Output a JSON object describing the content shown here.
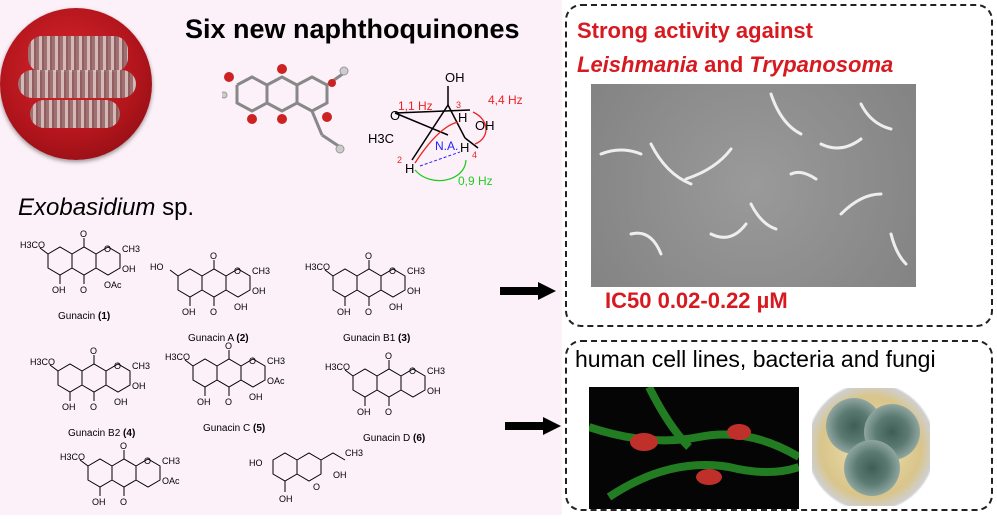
{
  "title": "Six new naphthoquinones",
  "organism": {
    "genus": "Exobasidium",
    "suffix": " sp."
  },
  "coupling": {
    "j1": "1,1 Hz",
    "j2": "4,4 Hz",
    "j3": "0,9 Hz",
    "na": "N.A.",
    "h3c": "H3C",
    "o": "O",
    "oh1": "OH",
    "oh2": "OH",
    "h2": "H",
    "h3": "H",
    "h4": "H",
    "n2": "2",
    "n3": "3",
    "n4": "4"
  },
  "compounds": [
    {
      "name": "Gunacin",
      "num": "(1)",
      "left": "H3CO",
      "top_right": "CH3",
      "sub3": "OH",
      "sub4": "OAc",
      "bottom": "OH"
    },
    {
      "name": "Gunacin A",
      "num": "(2)",
      "left": "HO",
      "top_right": "CH3",
      "sub3": "OH",
      "sub4": "OH",
      "bottom": "OH"
    },
    {
      "name": "Gunacin B1",
      "num": "(3)",
      "left": "H3CO",
      "top_right": "CH3",
      "sub3": "OH",
      "sub4": "OH",
      "bottom": "OH"
    },
    {
      "name": "Gunacin B2",
      "num": "(4)",
      "left": "H3CO",
      "top_right": "CH3",
      "sub3": "OH",
      "sub4": "OH",
      "bottom": "OH"
    },
    {
      "name": "Gunacin C",
      "num": "(5)",
      "left": "H3CO",
      "top_right": "CH3",
      "sub3": "OAc",
      "sub4": "OH",
      "bottom": "OH"
    },
    {
      "name": "Gunacin D",
      "num": "(6)",
      "left": "H3CO",
      "top_right": "CH3",
      "sub3": "OH",
      "sub4": "",
      "bottom": "OH"
    },
    {
      "name": "",
      "num": "",
      "left": "H3CO",
      "top_right": "CH3",
      "sub3": "OAc",
      "sub4": "",
      "bottom": "OH"
    }
  ],
  "isocoumarin": {
    "left": "HO",
    "bottom": "OH",
    "side": "OH",
    "ch3": "CH3",
    "o": "O"
  },
  "activity": {
    "line1": "Strong activity against",
    "org1": "Leishmania",
    "and": " and ",
    "org2": "Trypanosoma",
    "ic50": "IC50 0.02-0.22 µM"
  },
  "cytotox": {
    "text": "human cell lines, bacteria and fungi"
  },
  "colors": {
    "accent_red": "#d71920",
    "panel_bg": "#fcf1f8",
    "green_j": "#22cc22",
    "blue_na": "#1a1aff"
  }
}
